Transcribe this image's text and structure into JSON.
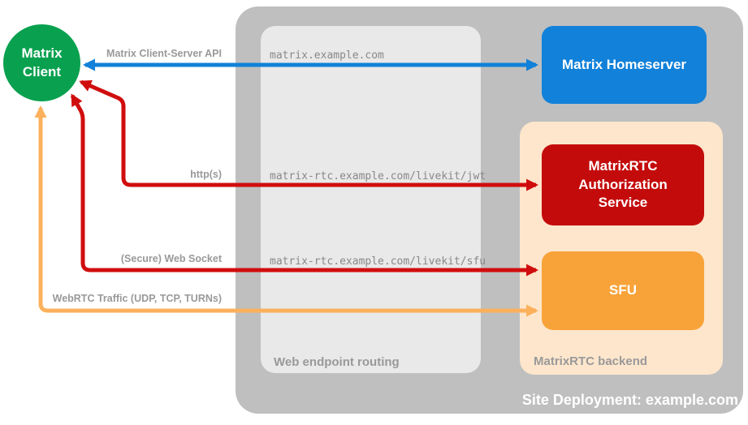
{
  "diagram_title": "MatrixRTC site deployment diagram",
  "nodes": {
    "client": {
      "label": "Matrix Client",
      "color": "#09a14f"
    },
    "homeserver": {
      "label": "Matrix Homeserver",
      "color": "#1181d9"
    },
    "auth_service": {
      "label": "MatrixRTC Authorization Service",
      "color": "#c40b0b"
    },
    "sfu": {
      "label": "SFU",
      "color": "#f8a339"
    }
  },
  "zones": {
    "site": {
      "label": "Site Deployment: example.com",
      "color": "#bfbfbf"
    },
    "routing": {
      "label": "Web endpoint routing",
      "color": "#e9e9e9"
    },
    "backend": {
      "label": "MatrixRTC backend",
      "color": "#fde6cc"
    }
  },
  "endpoints": [
    "matrix.example.com",
    "matrix-rtc.example.com/livekit/jwt",
    "matrix-rtc.example.com/livekit/sfu"
  ],
  "arrows": [
    {
      "label": "Matrix Client-Server API",
      "color": "#1181d9",
      "from": "Matrix Client",
      "to": "Matrix Homeserver",
      "bidirectional": true
    },
    {
      "label": "http(s)",
      "color": "#d00d0d",
      "from": "Matrix Client",
      "to": "MatrixRTC Authorization Service",
      "bidirectional": true
    },
    {
      "label": "(Secure) Web Socket",
      "color": "#d00d0d",
      "from": "Matrix Client",
      "to": "SFU",
      "bidirectional": true
    },
    {
      "label": "WebRTC Traffic (UDP, TCP, TURNs)",
      "color": "#fbb15c",
      "from": "Matrix Client",
      "to": "SFU",
      "bidirectional": true
    }
  ],
  "text_colors": {
    "zone_label": "#999999",
    "endpoint_label": "#888888",
    "node_label": "#ffffff"
  }
}
